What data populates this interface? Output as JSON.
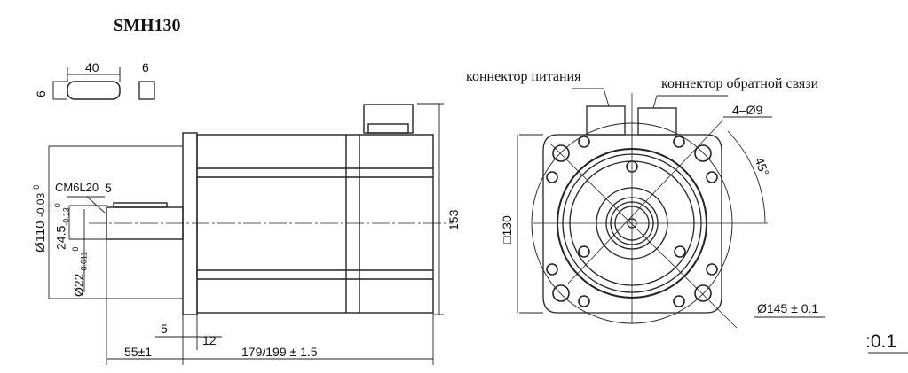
{
  "title": "SMH130",
  "labels": {
    "key_length": "40",
    "key_width": "6",
    "key_height": "6",
    "key_side": "6",
    "thread": "CM6L20",
    "key_offset": "5",
    "flange_dia": "Ø110",
    "flange_tol_upper": "0",
    "flange_tol_lower": "-0.03",
    "key_depth": "24.5",
    "key_depth_tol_upper": "0",
    "key_depth_tol_lower": "-0.13",
    "shaft_dia": "Ø22",
    "shaft_tol_upper": "0",
    "shaft_tol_lower": "-0.011",
    "flange_thickness": "5",
    "flange_setback": "12",
    "shaft_length": "55±1",
    "body_length": "179/199 ± 1.5",
    "height": "153",
    "square": "□130",
    "power_connector": "коннектор питания",
    "feedback_connector": "коннектор обратной связи",
    "holes": "4–Ø9",
    "angle": "45°",
    "bolt_circle": "Ø145 ± 0.1",
    "edge_fragment": ":0.1"
  }
}
